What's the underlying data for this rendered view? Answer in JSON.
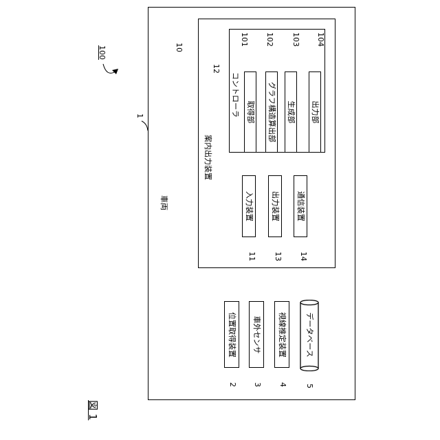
{
  "figure_label": "図 1",
  "system_ref": "100",
  "vehicle": {
    "label": "車両",
    "ref": "1"
  },
  "guide_device": {
    "label": "案内出力装置",
    "ref": "10"
  },
  "controller": {
    "label": "コントローラ",
    "ref": "12"
  },
  "controller_units": [
    {
      "label": "取得部",
      "ref": "101"
    },
    {
      "label": "グラフ構造算出部",
      "ref": "102"
    },
    {
      "label": "生成部",
      "ref": "103"
    },
    {
      "label": "出力部",
      "ref": "104"
    }
  ],
  "devices": [
    {
      "label": "入力装置",
      "ref": "11"
    },
    {
      "label": "出力装置",
      "ref": "13"
    },
    {
      "label": "通信装置",
      "ref": "14"
    }
  ],
  "sensors": [
    {
      "label": "位置取得装置",
      "ref": "2"
    },
    {
      "label": "車外センサ",
      "ref": "3"
    },
    {
      "label": "視線推定装置",
      "ref": "4"
    },
    {
      "label": "データベース",
      "ref": "5"
    }
  ]
}
